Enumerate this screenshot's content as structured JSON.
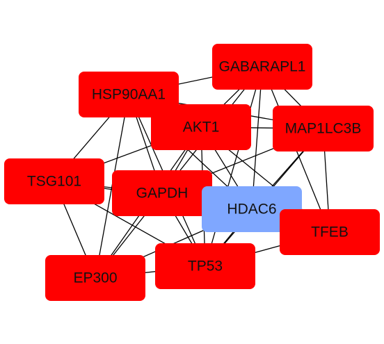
{
  "network": {
    "nodes": [
      {
        "id": "GABARAPL1",
        "label": "GABARAPL1",
        "color": "#FF0000"
      },
      {
        "id": "HSP90AA1",
        "label": "HSP90AA1",
        "color": "#FF0000"
      },
      {
        "id": "AKT1",
        "label": "AKT1",
        "color": "#FF0000"
      },
      {
        "id": "MAP1LC3B",
        "label": "MAP1LC3B",
        "color": "#FF0000"
      },
      {
        "id": "TSG101",
        "label": "TSG101",
        "color": "#FF0000"
      },
      {
        "id": "GAPDH",
        "label": "GAPDH",
        "color": "#FF0000"
      },
      {
        "id": "HDAC6",
        "label": "HDAC6",
        "color": "#7FA7FF"
      },
      {
        "id": "TFEB",
        "label": "TFEB",
        "color": "#FF0000"
      },
      {
        "id": "EP300",
        "label": "EP300",
        "color": "#FF0000"
      },
      {
        "id": "TP53",
        "label": "TP53",
        "color": "#FF0000"
      }
    ],
    "edges": [
      [
        "GABARAPL1",
        "HSP90AA1"
      ],
      [
        "GABARAPL1",
        "AKT1"
      ],
      [
        "GABARAPL1",
        "MAP1LC3B"
      ],
      [
        "GABARAPL1",
        "GAPDH"
      ],
      [
        "GABARAPL1",
        "HDAC6"
      ],
      [
        "GABARAPL1",
        "TFEB"
      ],
      [
        "GABARAPL1",
        "TP53"
      ],
      [
        "HSP90AA1",
        "AKT1"
      ],
      [
        "HSP90AA1",
        "MAP1LC3B"
      ],
      [
        "HSP90AA1",
        "TSG101"
      ],
      [
        "HSP90AA1",
        "GAPDH"
      ],
      [
        "HSP90AA1",
        "HDAC6"
      ],
      [
        "HSP90AA1",
        "EP300"
      ],
      [
        "HSP90AA1",
        "TP53"
      ],
      [
        "AKT1",
        "MAP1LC3B"
      ],
      [
        "AKT1",
        "TSG101"
      ],
      [
        "AKT1",
        "GAPDH"
      ],
      [
        "AKT1",
        "HDAC6"
      ],
      [
        "AKT1",
        "TFEB"
      ],
      [
        "AKT1",
        "EP300"
      ],
      [
        "AKT1",
        "TP53"
      ],
      [
        "MAP1LC3B",
        "GAPDH"
      ],
      [
        "MAP1LC3B",
        "HDAC6"
      ],
      [
        "MAP1LC3B",
        "TFEB"
      ],
      [
        "MAP1LC3B",
        "TP53"
      ],
      [
        "TSG101",
        "GAPDH"
      ],
      [
        "TSG101",
        "HDAC6"
      ],
      [
        "TSG101",
        "EP300"
      ],
      [
        "TSG101",
        "TP53"
      ],
      [
        "GAPDH",
        "HDAC6"
      ],
      [
        "GAPDH",
        "EP300"
      ],
      [
        "GAPDH",
        "TP53"
      ],
      [
        "HDAC6",
        "TFEB"
      ],
      [
        "HDAC6",
        "EP300"
      ],
      [
        "HDAC6",
        "TP53"
      ],
      [
        "TFEB",
        "TP53"
      ],
      [
        "EP300",
        "TP53"
      ]
    ]
  }
}
